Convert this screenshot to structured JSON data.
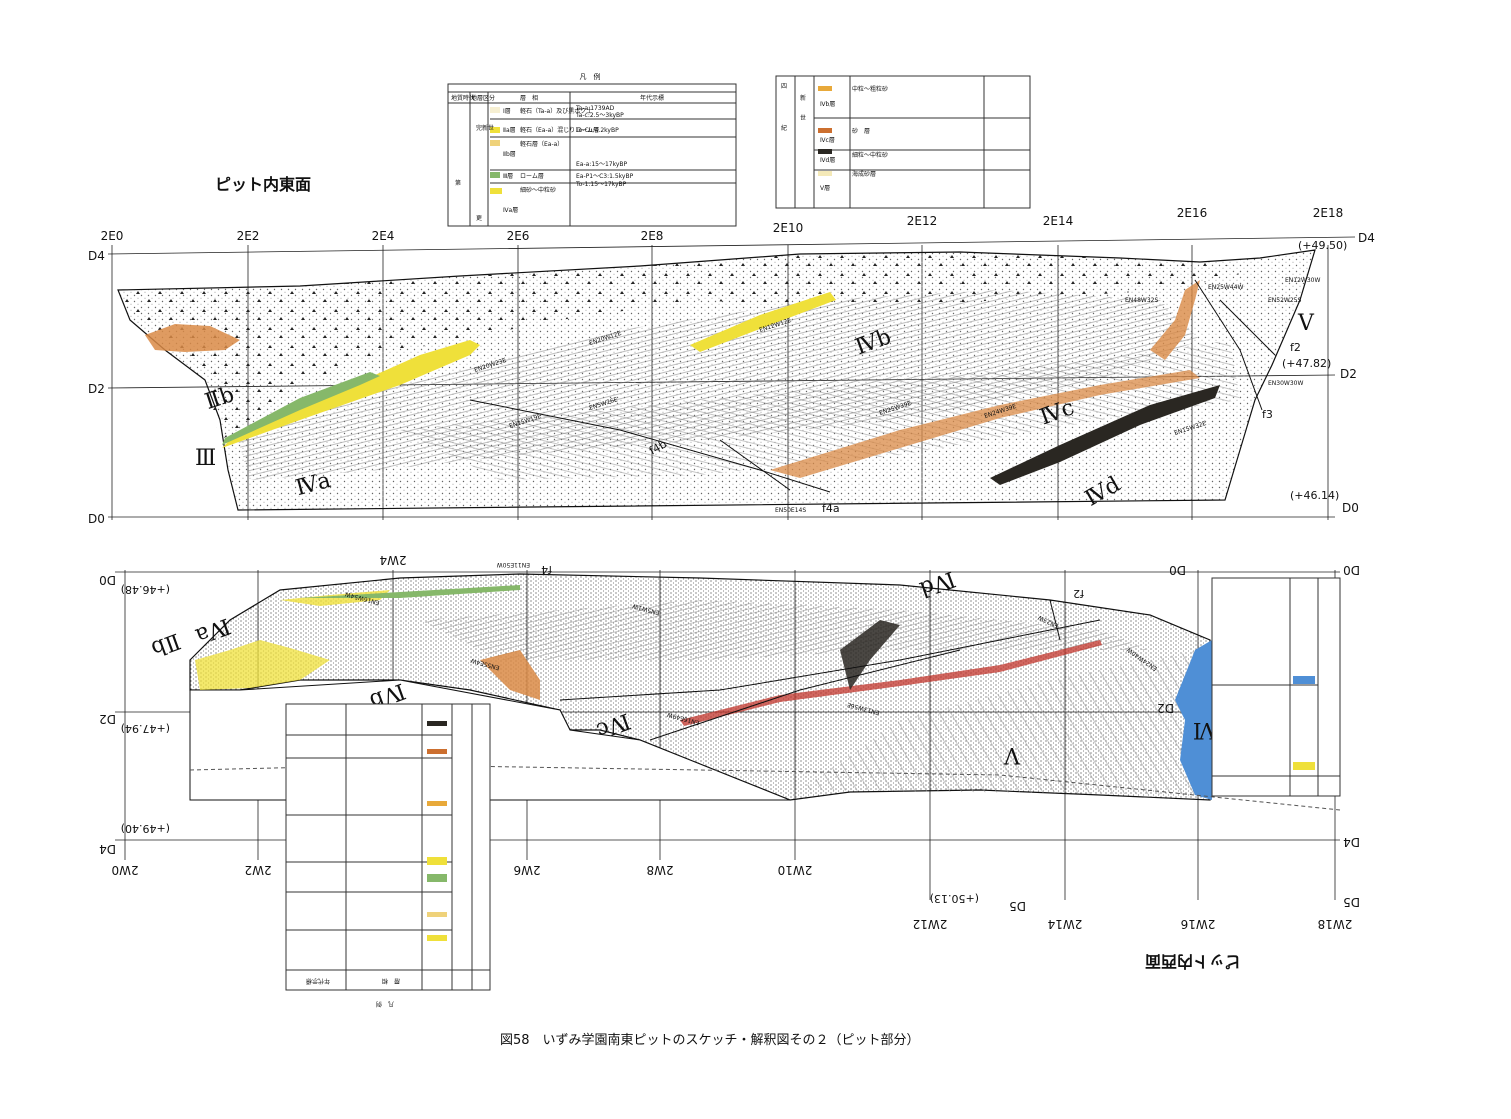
{
  "east_face": {
    "title": "ピット内東面",
    "grid_top": [
      "2E0",
      "2E2",
      "2E4",
      "2E6",
      "2E8",
      "2E10",
      "2E12",
      "2E14",
      "2E16",
      "2E18"
    ],
    "levels_left": [
      "D4",
      "D2",
      "D0"
    ],
    "levels_right": [
      "D4",
      "D2",
      "D0"
    ],
    "elevations": [
      "(+49.50)",
      "(+47.82)",
      "(+46.14)"
    ],
    "units": [
      "Ⅱb",
      "Ⅲ",
      "Ⅳa",
      "Ⅳb",
      "Ⅳc",
      "Ⅳd",
      "Ⅴ"
    ],
    "strikes": [
      "EN20W23E",
      "EN20W12E",
      "EN12W12E",
      "EN15W19E",
      "EN5W26E",
      "EN25W39E",
      "EN24W39E",
      "EN15W32E",
      "EN48W32S",
      "EN25W44W",
      "EN12W30W",
      "EN52W25S",
      "EN30W30W",
      "EN50E14S"
    ],
    "faults": [
      "f2",
      "f3",
      "f4a",
      "f4b"
    ]
  },
  "west_face": {
    "title": "ピット内西面",
    "grid_bottom": [
      "2W0",
      "2W2",
      "2W6",
      "2W8",
      "2W10",
      "2W12",
      "2W14",
      "2W16",
      "2W18"
    ],
    "grid_top": [
      "2W4"
    ],
    "levels_left": [
      "D0",
      "D2",
      "D4"
    ],
    "levels_right": [
      "D0",
      "D2",
      "D4",
      "D5"
    ],
    "elevations": [
      "(+46.48)",
      "(+47.94)",
      "(+49.40)",
      "(+50.13)"
    ],
    "units": [
      "Ⅱb",
      "Ⅳa",
      "Ⅳb",
      "Ⅳc",
      "Ⅳd",
      "Ⅴ",
      "Ⅵ"
    ],
    "strikes": [
      "EN11E50W",
      "EN5W1W",
      "EN16W54W",
      "EN16E49W",
      "EN55E4W",
      "EN23W",
      "EN24W40W",
      "EN13W56E"
    ],
    "faults": [
      "f4",
      "f2"
    ]
  },
  "legend_top": {
    "title": "凡　例",
    "headers": [
      "地質時代",
      "地層区分",
      "層　相",
      "年代示標"
    ],
    "rows": [
      {
        "unit": "Ⅰ層",
        "facies": "軽石（Ta-a）及び黒ボク土",
        "age": "Ta-a:1739AD"
      },
      {
        "unit": "",
        "facies": "",
        "age": "Ta-c:2.5〜3kyBP"
      },
      {
        "unit": "Ⅱa層",
        "facies": "軽石（Ea-a）混じりローム層",
        "age": "To-Cu:4.2kyBP"
      },
      {
        "unit": "Ⅱb層",
        "facies": "軽石層（Ea-a）",
        "age": ""
      },
      {
        "unit": "",
        "facies": "",
        "age": "Ea-a:15〜17kyBP"
      },
      {
        "unit": "Ⅲ層",
        "facies": "ローム層",
        "age": "Ea-P1〜C3:1.5kyBP"
      },
      {
        "unit": "",
        "facies": "",
        "age": "To-1:15〜17kyBP"
      },
      {
        "unit": "Ⅳa層",
        "facies": "細砂〜中粒砂",
        "age": ""
      }
    ],
    "era": [
      "完新世",
      "第",
      "更"
    ]
  },
  "legend_top2": {
    "era": [
      "四",
      "紀",
      "新",
      "世"
    ],
    "rows": [
      {
        "unit": "Ⅳb層",
        "facies": "中粒〜粗粒砂",
        "color": "#e8a93a"
      },
      {
        "unit": "Ⅳc層",
        "facies": "砂　層",
        "color": "#cc6f2f"
      },
      {
        "unit": "Ⅳd層",
        "facies": "細粒〜中粒砂",
        "color": "#2a2722"
      },
      {
        "unit": "Ⅴ層",
        "facies": "海成砂層",
        "color": "#f4e9b8"
      }
    ]
  },
  "caption": "図58　いずみ学園南東ピットのスケッチ・解釈図その２（ピット部分）",
  "colors": {
    "yellow": "#efe03a",
    "orange": "#d98a45",
    "green": "#86b86a",
    "blue": "#4f8fd6",
    "dark": "#2a2722"
  }
}
